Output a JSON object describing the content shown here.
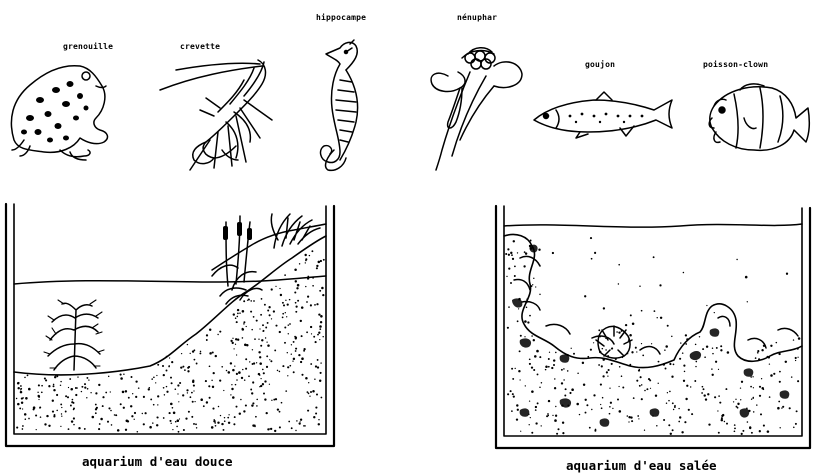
{
  "animals": {
    "grenouille": "grenouille",
    "crevette": "crevette",
    "hippocampe": "hippocampe",
    "nenuphar": "nénuphar",
    "goujon": "goujon",
    "poisson_clown": "poisson-clown"
  },
  "captions": {
    "freshwater": "aquarium d'eau douce",
    "saltwater": "aquarium d'eau salée"
  }
}
